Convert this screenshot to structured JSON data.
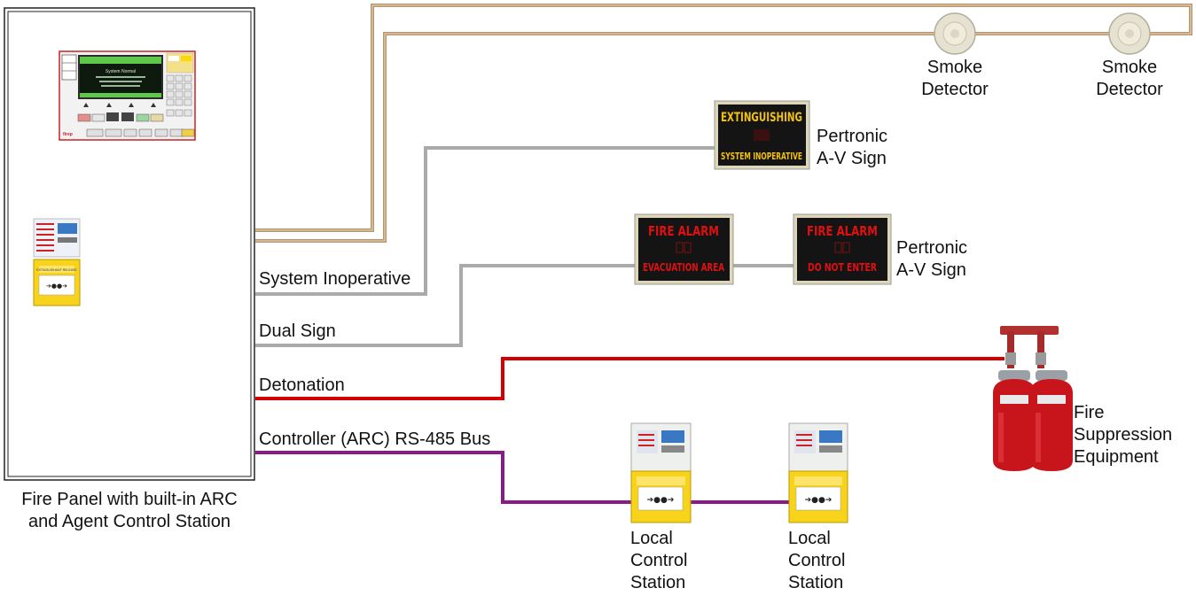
{
  "panel": {
    "caption_line1": "Fire Panel with built-in ARC",
    "caption_line2": "and Agent Control Station",
    "lcd_title": "System Normal",
    "release_label": "EXTINGUISHANT RELEASE",
    "release_arrows": "➔●●➔"
  },
  "circuits": {
    "system_inoperative": "System Inoperative",
    "dual_sign": "Dual Sign",
    "detonation": "Detonation",
    "rs485": "Controller (ARC) RS-485 Bus"
  },
  "smoke_detector": {
    "line1": "Smoke",
    "line2": "Detector"
  },
  "sign_extinguishing": {
    "top": "EXTINGUISHING",
    "bottom": "SYSTEM INOPERATIVE"
  },
  "sign_evac": {
    "top": "FIRE ALARM",
    "bottom": "EVACUATION AREA"
  },
  "sign_donot": {
    "top": "FIRE ALARM",
    "bottom": "DO NOT ENTER"
  },
  "av_sign_label": {
    "line1": "Pertronic",
    "line2": "A-V Sign"
  },
  "suppression_label": {
    "line1": "Fire",
    "line2": "Suppression",
    "line3": "Equipment"
  },
  "local_station": {
    "line1": "Local",
    "line2": "Control",
    "line3": "Station"
  },
  "colors": {
    "detector_loop": "#b8956a",
    "sign_wire": "#aaaaaa",
    "detonation_wire": "#d40000",
    "bus_wire": "#8b1a89",
    "sign_text_yellow": "#f4c20d",
    "sign_text_red": "#e01010",
    "cylinder_red": "#c8151b",
    "station_yellow": "#f7d31b"
  },
  "icons": [
    "smoke-detector-icon",
    "suppression-cylinder-icon",
    "manual-call-point-icon"
  ]
}
